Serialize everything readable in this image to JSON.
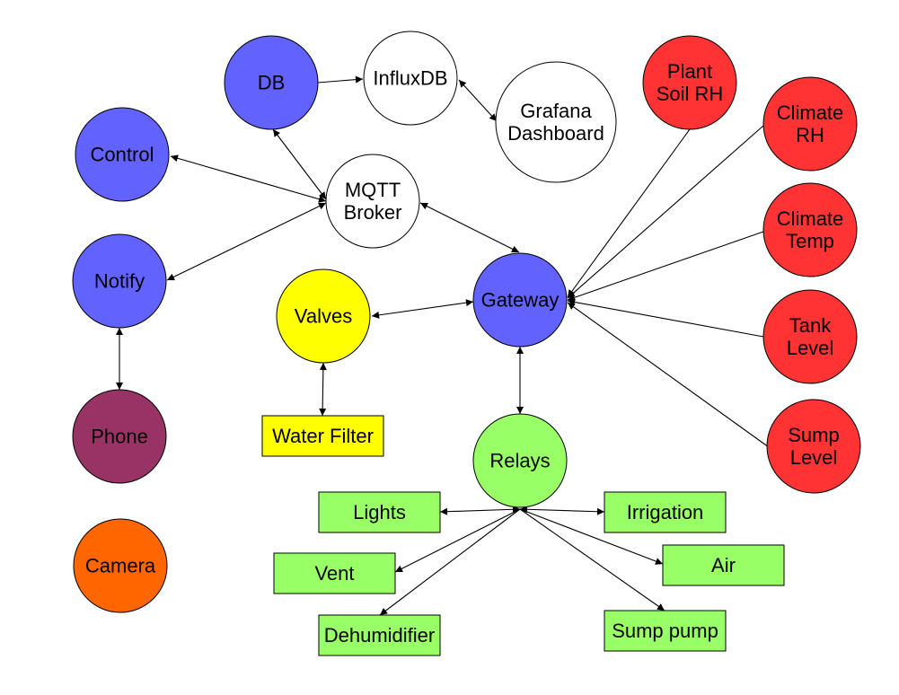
{
  "colors": {
    "blue": "#6262ff",
    "white": "#ffffff",
    "red": "#ff3333",
    "yellow": "#ffff00",
    "green": "#99ff66",
    "purple": "#993366",
    "orange": "#ff6600"
  },
  "nodes": {
    "db": {
      "lines": [
        "DB"
      ],
      "color": "blue"
    },
    "influxdb": {
      "lines": [
        "InfluxDB"
      ],
      "color": "white"
    },
    "grafana": {
      "lines": [
        "Grafana",
        "Dashboard"
      ],
      "color": "white"
    },
    "control": {
      "lines": [
        "Control"
      ],
      "color": "blue"
    },
    "mqtt": {
      "lines": [
        "MQTT",
        "Broker"
      ],
      "color": "white"
    },
    "notify": {
      "lines": [
        "Notify"
      ],
      "color": "blue"
    },
    "valves": {
      "lines": [
        "Valves"
      ],
      "color": "yellow"
    },
    "gateway": {
      "lines": [
        "Gateway"
      ],
      "color": "blue"
    },
    "phone": {
      "lines": [
        "Phone"
      ],
      "color": "purple"
    },
    "water_filter": {
      "lines": [
        "Water Filter"
      ],
      "color": "yellow"
    },
    "relays": {
      "lines": [
        "Relays"
      ],
      "color": "green"
    },
    "camera": {
      "lines": [
        "Camera"
      ],
      "color": "orange"
    },
    "plant_soil": {
      "lines": [
        "Plant",
        "Soil RH"
      ],
      "color": "red"
    },
    "climate_rh": {
      "lines": [
        "Climate",
        "RH"
      ],
      "color": "red"
    },
    "climate_temp": {
      "lines": [
        "Climate",
        "Temp"
      ],
      "color": "red"
    },
    "tank_level": {
      "lines": [
        "Tank",
        "Level"
      ],
      "color": "red"
    },
    "sump_level": {
      "lines": [
        "Sump",
        "Level"
      ],
      "color": "red"
    },
    "lights": {
      "lines": [
        "Lights"
      ],
      "color": "green"
    },
    "irrigation": {
      "lines": [
        "Irrigation"
      ],
      "color": "green"
    },
    "vent": {
      "lines": [
        "Vent"
      ],
      "color": "green"
    },
    "air": {
      "lines": [
        "Air"
      ],
      "color": "green"
    },
    "dehumidifier": {
      "lines": [
        "Dehumidifier"
      ],
      "color": "green"
    },
    "sump_pump": {
      "lines": [
        "Sump pump"
      ],
      "color": "green"
    }
  },
  "edges": [
    {
      "from": "db",
      "to": "influxdb",
      "direction": "to"
    },
    {
      "from": "influxdb",
      "to": "grafana",
      "direction": "both"
    },
    {
      "from": "db",
      "to": "mqtt",
      "direction": "both"
    },
    {
      "from": "control",
      "to": "mqtt",
      "direction": "both"
    },
    {
      "from": "notify",
      "to": "mqtt",
      "direction": "both"
    },
    {
      "from": "mqtt",
      "to": "gateway",
      "direction": "both"
    },
    {
      "from": "notify",
      "to": "phone",
      "direction": "both"
    },
    {
      "from": "valves",
      "to": "gateway",
      "direction": "both"
    },
    {
      "from": "valves",
      "to": "water_filter",
      "direction": "both"
    },
    {
      "from": "gateway",
      "to": "relays",
      "direction": "both"
    },
    {
      "from": "plant_soil",
      "to": "gateway",
      "direction": "to"
    },
    {
      "from": "climate_rh",
      "to": "gateway",
      "direction": "to"
    },
    {
      "from": "climate_temp",
      "to": "gateway",
      "direction": "to"
    },
    {
      "from": "tank_level",
      "to": "gateway",
      "direction": "to"
    },
    {
      "from": "sump_level",
      "to": "gateway",
      "direction": "to"
    },
    {
      "from": "relays",
      "to": "lights",
      "direction": "both"
    },
    {
      "from": "relays",
      "to": "irrigation",
      "direction": "both"
    },
    {
      "from": "relays",
      "to": "vent",
      "direction": "to"
    },
    {
      "from": "relays",
      "to": "air",
      "direction": "to"
    },
    {
      "from": "relays",
      "to": "dehumidifier",
      "direction": "to"
    },
    {
      "from": "relays",
      "to": "sump_pump",
      "direction": "to"
    }
  ]
}
